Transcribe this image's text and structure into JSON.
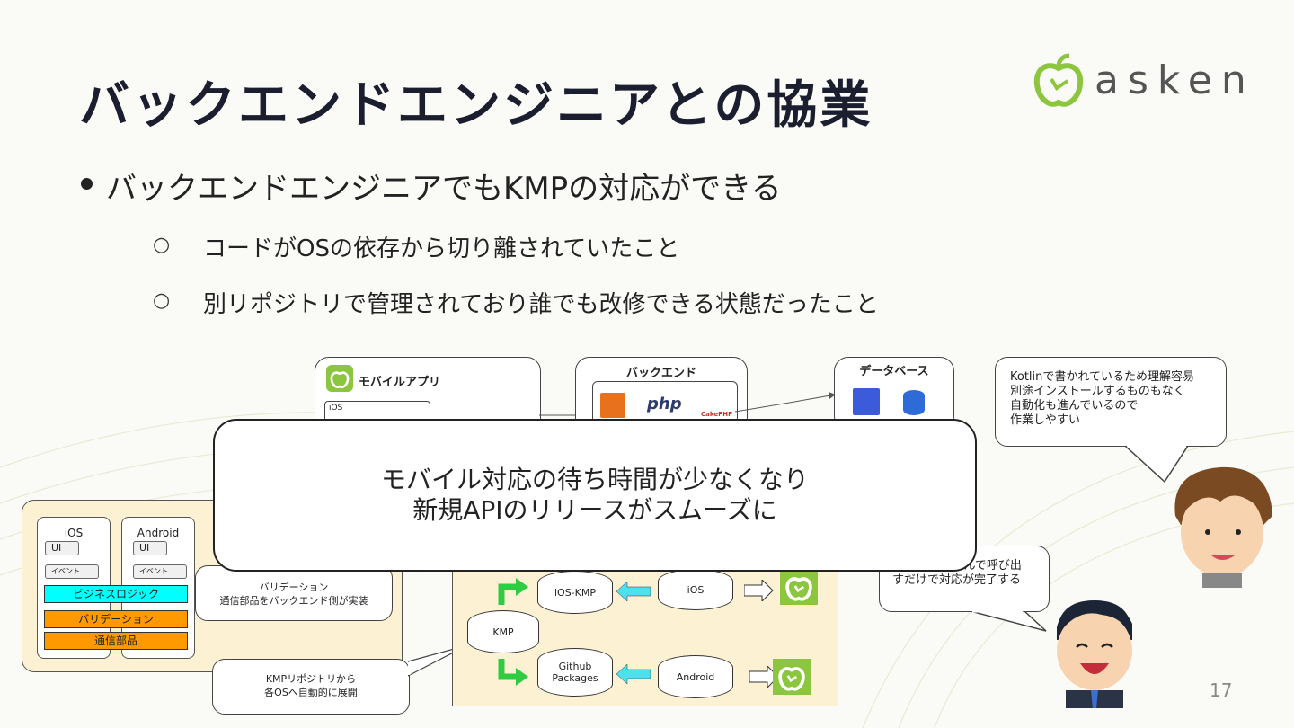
{
  "slide": {
    "title": "バックエンドエンジニアとの協業",
    "brand": "asken",
    "page_number": "17"
  },
  "bullets": {
    "main": "バックエンドエンジニアでもKMPの対応ができる",
    "subs": [
      "コードがOSの依存から切り離されていたこと",
      "別リポジトリで管理されており誰でも改修できる状態だったこと"
    ],
    "sub_marker": "○"
  },
  "diagram": {
    "mobile_app": {
      "title": "モバイルアプリ",
      "ios_label": "iOS"
    },
    "backend": {
      "title": "バックエンド",
      "php": "php",
      "cakephp": "CakePHP"
    },
    "database": {
      "title": "データベース"
    },
    "left_panel": {
      "ios": "iOS",
      "android": "Android",
      "ui": "UI",
      "event": "イベント",
      "business_logic": "ビジネスロジック",
      "validation": "バリデーション",
      "network": "通信部品"
    },
    "note_validation": [
      "バリデーション",
      "通信部品をバックエンド側が実装"
    ],
    "note_kmp_repo": [
      "KMPリポジトリから",
      "各OSへ自動的に展開"
    ],
    "flow": {
      "kmp": "KMP",
      "ios_kmp": "iOS-KMP",
      "ios": "iOS",
      "github_packages": [
        "Github",
        "Packages"
      ],
      "android": "Android"
    }
  },
  "speech_top": [
    "Kotlinで書かれているため理解容易",
    "別途インストールするものもなく",
    "自動化も進んでいるので",
    "作業しやすい"
  ],
  "speech_bottom": [
    "KMPを取り込んで呼び出",
    "すだけで対応が完了する"
  ],
  "callout": [
    "モバイル対応の待ち時間が少なくなり",
    "新規APIのリリースがスムーズに"
  ],
  "colors": {
    "brand_green": "#8cc63f",
    "title": "#1a1e2e",
    "cyan": "#00ffff",
    "orange": "#ff9900",
    "panel": "#fdf1d3"
  }
}
